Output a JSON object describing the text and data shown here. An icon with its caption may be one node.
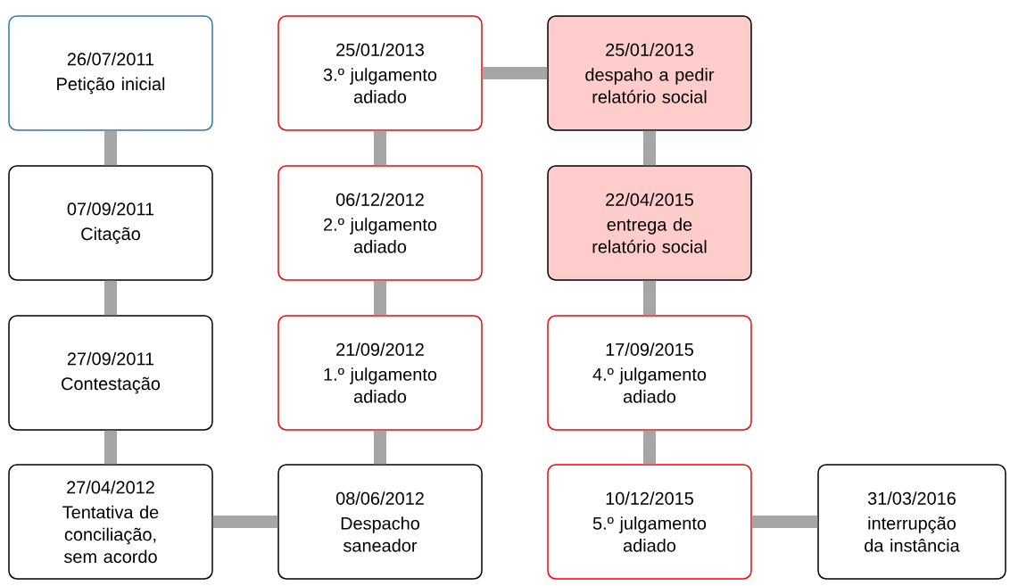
{
  "diagram": {
    "nodes": [
      {
        "text": [
          "26/07/2011",
          "Petição inicial"
        ]
      },
      {
        "text": [
          "07/09/2011",
          "Citação"
        ]
      },
      {
        "text": [
          "27/09/2011",
          "Contestação"
        ]
      },
      {
        "text": [
          "27/04/2012",
          "Tentativa de conciliação, sem acordo"
        ]
      },
      {
        "text": [
          "08/06/2012",
          "Despacho saneador"
        ]
      },
      {
        "text": [
          "21/09/2012",
          "1.º julgamento adiado"
        ]
      },
      {
        "text": [
          "06/12/2012",
          "2.º julgamento adiado"
        ]
      },
      {
        "text": [
          "25/01/2013",
          "3.º julgamento adiado"
        ]
      },
      {
        "text": [
          "25/01/2013",
          "despaho a pedir relatório social"
        ]
      },
      {
        "text": [
          "22/04/2015",
          "entrega de relatório social"
        ]
      },
      {
        "text": [
          "17/09/2015",
          "4.º julgamento adiado"
        ]
      },
      {
        "text": [
          "10/12/2015",
          "5.º julgamento adiado"
        ]
      },
      {
        "text": [
          "31/03/2016",
          "interrupção da instância"
        ]
      }
    ],
    "edges": [
      {
        "from": 0,
        "to": 1,
        "arrow": "none"
      },
      {
        "from": 1,
        "to": 2,
        "arrow": "none"
      },
      {
        "from": 2,
        "to": 3,
        "arrow": "none"
      },
      {
        "from": 3,
        "to": 4,
        "arrow": "none"
      },
      {
        "from": 4,
        "to": 5,
        "arrow": "none"
      },
      {
        "from": 5,
        "to": 6,
        "arrow": "none"
      },
      {
        "from": 6,
        "to": 7,
        "arrow": "none"
      },
      {
        "from": 7,
        "to": 8,
        "arrow": "none"
      },
      {
        "from": 8,
        "to": 9,
        "arrow": "none"
      },
      {
        "from": 9,
        "to": 10,
        "arrow": "none"
      },
      {
        "from": 10,
        "to": 11,
        "arrow": "none"
      },
      {
        "from": 11,
        "to": 12,
        "arrow": "none"
      }
    ]
  }
}
